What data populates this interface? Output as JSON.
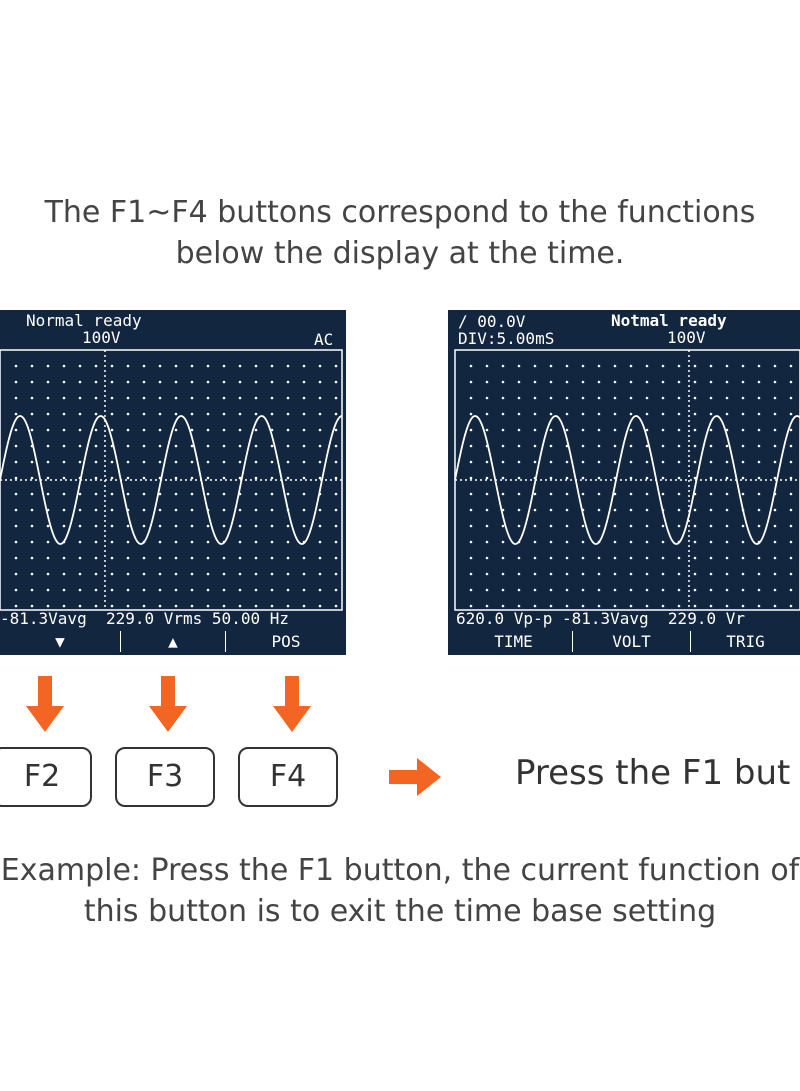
{
  "top_caption": {
    "line1": "The F1~F4 buttons correspond to the functions",
    "line2": "below the display at the time."
  },
  "left_screen": {
    "status": "Normal ready",
    "volt_label": "100V",
    "coupling": "AC",
    "readout": "-81.3Vavg  229.0 Vrms 50.00 Hz",
    "softkeys": [
      {
        "label": "",
        "icon": "triangle-down-icon"
      },
      {
        "label": "",
        "icon": "triangle-up-icon"
      },
      {
        "label": "POS",
        "icon": ""
      }
    ]
  },
  "right_screen": {
    "trigger_info": "∕ 00.0V",
    "timebase": "DIV:5.00mS",
    "status": "Notmal ready",
    "volt_label": "100V",
    "readout": "620.0 Vp-p -81.3Vavg  229.0 Vr",
    "softkeys": [
      "TIME",
      "VOLT",
      "TRIG"
    ]
  },
  "function_keys": [
    "F2",
    "F3",
    "F4"
  ],
  "arrow_color": "#f26522",
  "press_text": "Press the F1 but",
  "bottom_caption": {
    "line1": "Example: Press the F1 button,  the current function of",
    "line2": "this button is to exit the time base setting"
  }
}
